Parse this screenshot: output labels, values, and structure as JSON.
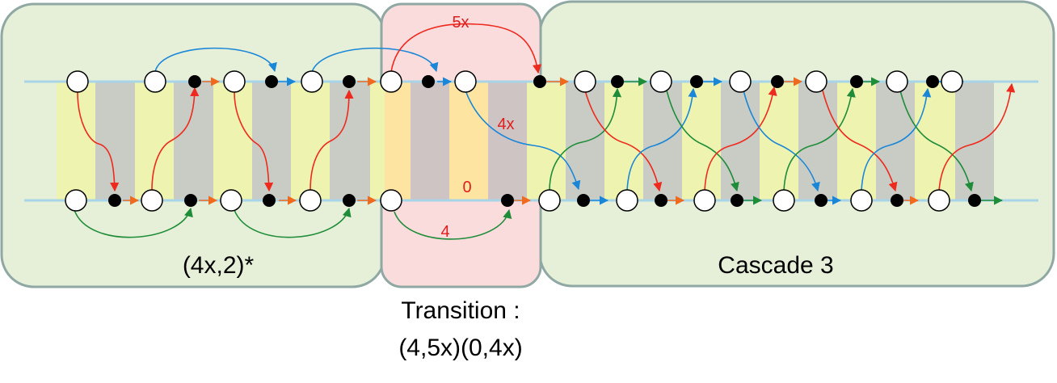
{
  "regions": [
    {
      "id": "left",
      "label": "(4x,2)*",
      "fill": "#e6f0d8",
      "stroke": "#90a8a4"
    },
    {
      "id": "transition",
      "label": "",
      "fill": "#fadcdc",
      "stroke": "#90a8a4"
    },
    {
      "id": "right",
      "label": "Cascade 3",
      "fill": "#e6f0d8",
      "stroke": "#90a8a4"
    }
  ],
  "transition_caption": {
    "line1": "Transition :",
    "line2": "(4,5x)(0,4x)"
  },
  "annotations": {
    "top_curve": "5x",
    "mid_curve": "4x",
    "zero": "0",
    "bottom_curve": "4"
  },
  "colors": {
    "lane_line": "#a8d4e8",
    "stripe_yellow": "#eef4b0",
    "stripe_gray": "#c8ccc4",
    "stripe_orange": "#fde4a0",
    "stripe_taupe": "#cfc4c4",
    "arrow_red": "#ee2a1e",
    "arrow_blue": "#1a86d8",
    "arrow_green": "#1e8c38",
    "arrow_orange": "#f06a1e",
    "annotation_red": "#e01e1e"
  }
}
